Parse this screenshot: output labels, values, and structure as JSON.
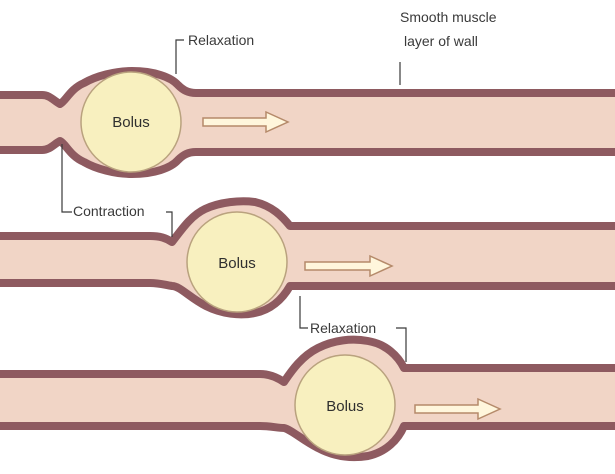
{
  "labels": {
    "relaxation_top": "Relaxation",
    "smooth_muscle_line1": "Smooth muscle",
    "smooth_muscle_line2": "layer of wall",
    "contraction": "Contraction",
    "relaxation_bottom": "Relaxation"
  },
  "tubes": [
    {
      "bolus_label": "Bolus"
    },
    {
      "bolus_label": "Bolus"
    },
    {
      "bolus_label": "Bolus"
    }
  ],
  "colors": {
    "wall": "#8e5a60",
    "lumen": "#f1d5c6",
    "bolus_fill": "#f8f0bf",
    "bolus_stroke": "#b9a27e",
    "arrow_fill": "#fff6dc",
    "arrow_stroke": "#b58a6a",
    "leader": "#3a3a3a"
  }
}
